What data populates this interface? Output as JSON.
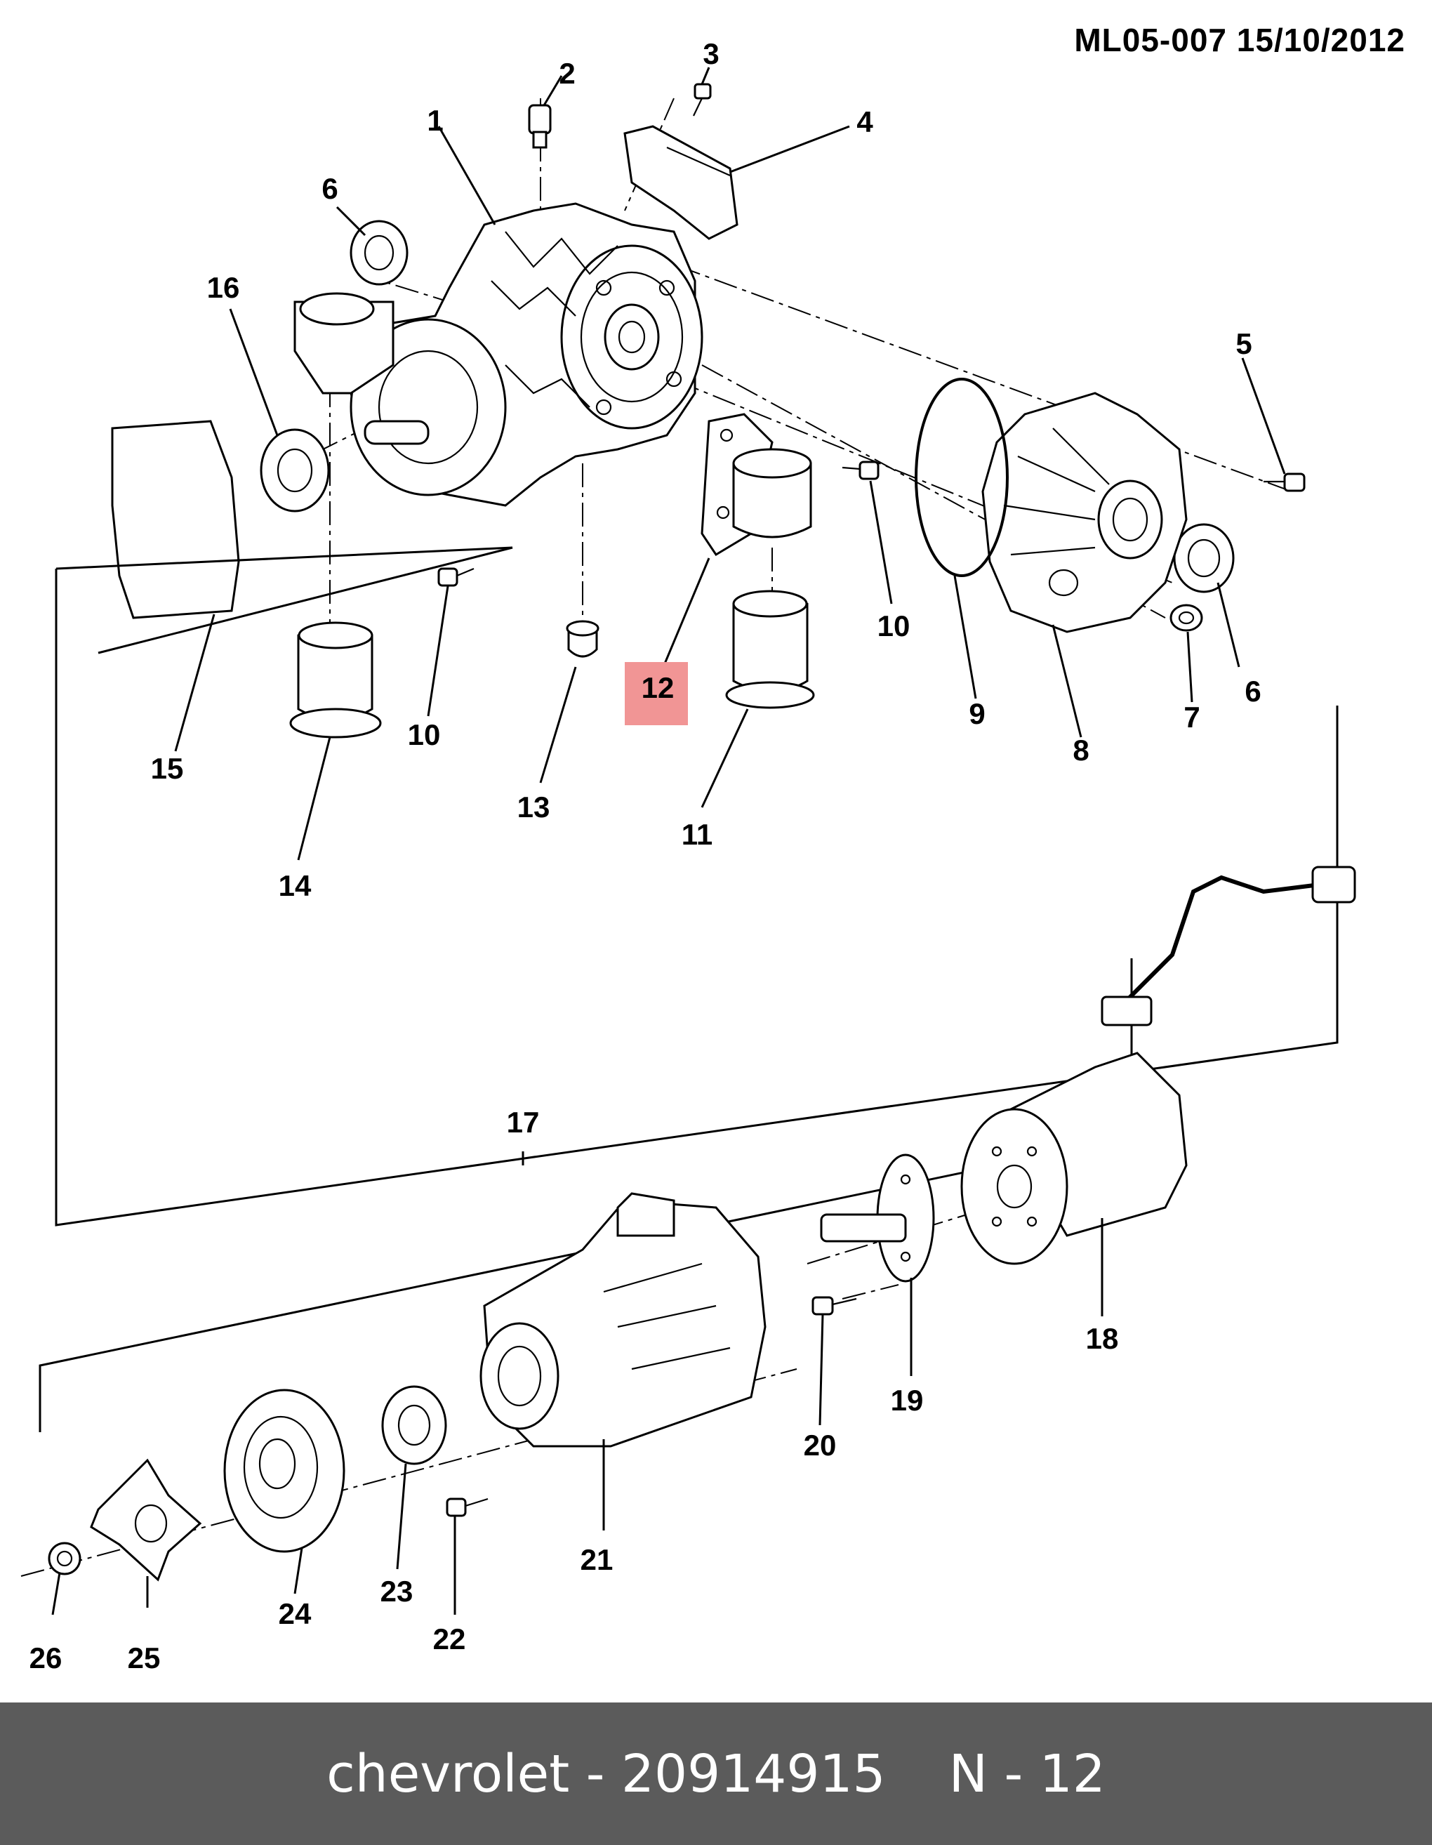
{
  "header": {
    "code": "ML05-007  15/10/2012"
  },
  "highlight": {
    "label": "12",
    "color": "#f19595"
  },
  "callouts": [
    "1",
    "2",
    "3",
    "4",
    "5",
    "6",
    "6",
    "7",
    "8",
    "9",
    "10",
    "10",
    "11",
    "12",
    "13",
    "14",
    "15",
    "16",
    "17",
    "18",
    "19",
    "20",
    "21",
    "22",
    "23",
    "24",
    "25",
    "26"
  ],
  "footer": {
    "brand_part": "chevrolet - 20914915",
    "ref": "N - 12",
    "background": "#5b5b5b"
  }
}
